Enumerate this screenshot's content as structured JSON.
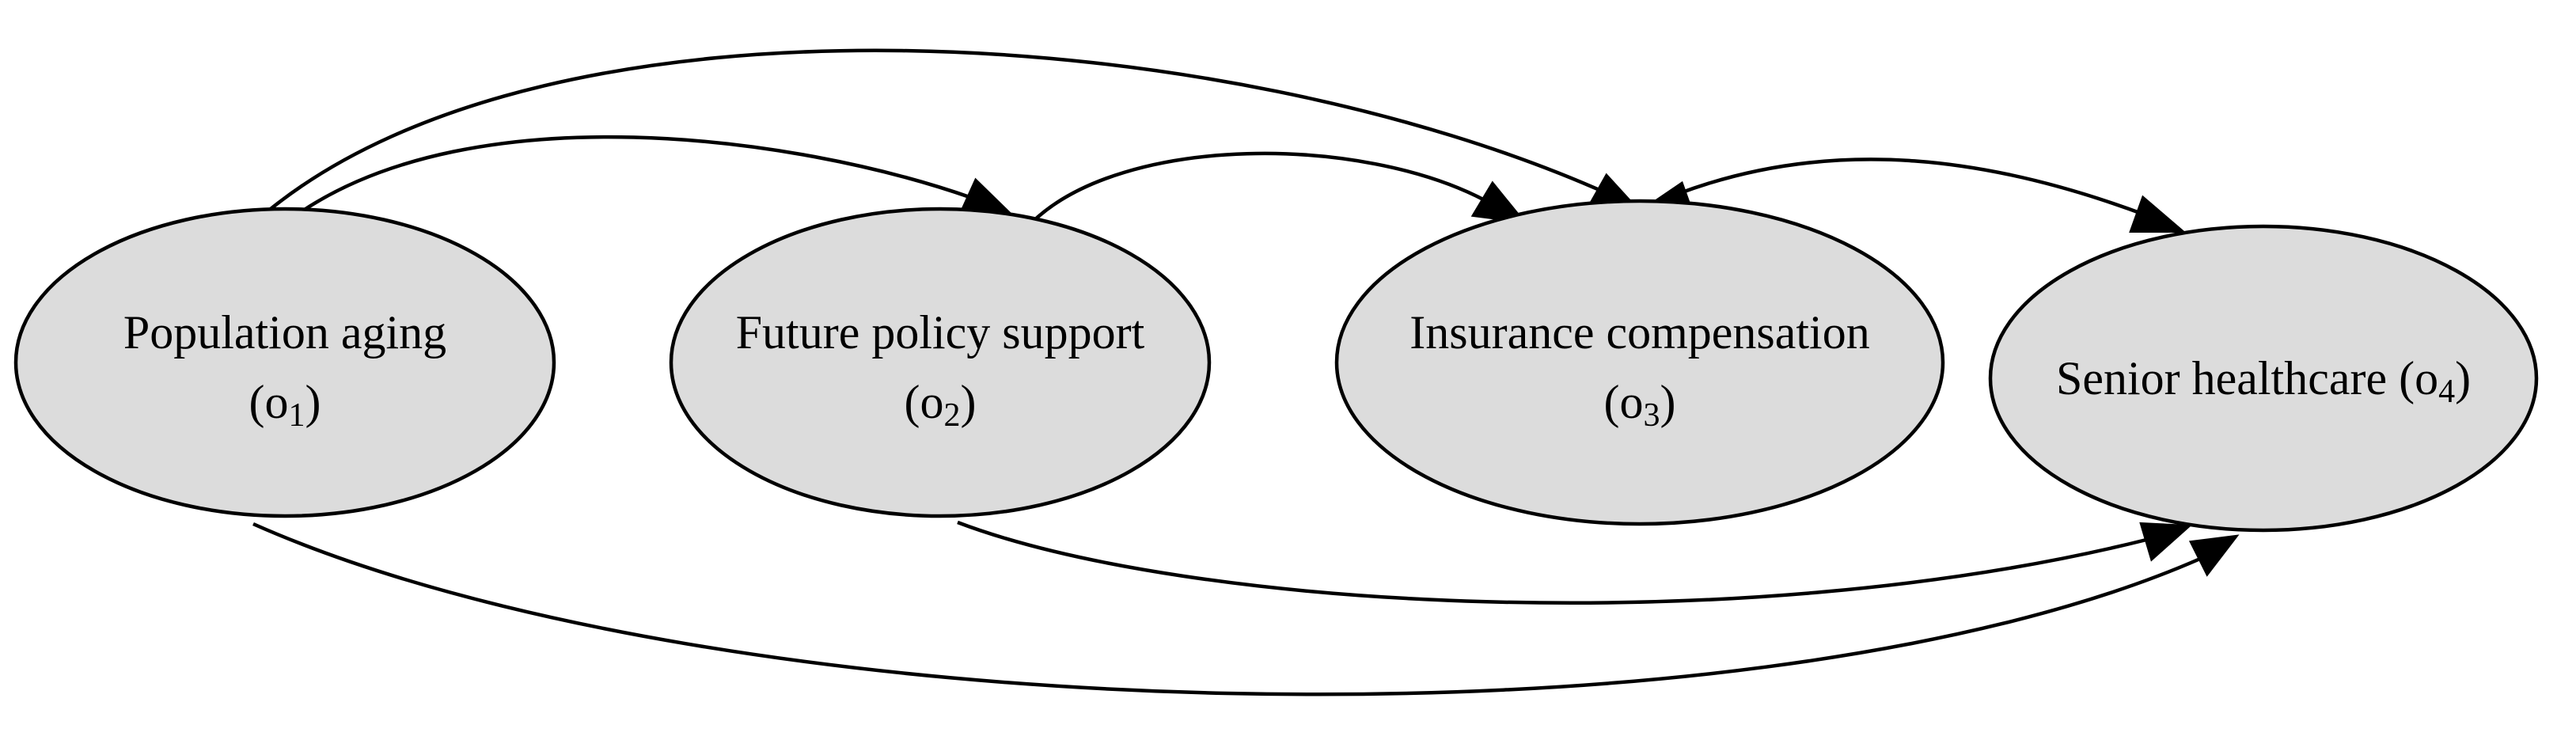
{
  "diagram": {
    "nodes": [
      {
        "id": "o1",
        "label": "Population aging",
        "paren_open": "(",
        "symbol": "o",
        "index": "1",
        "paren_close": ")"
      },
      {
        "id": "o2",
        "label": "Future policy support",
        "paren_open": "(",
        "symbol": "o",
        "index": "2",
        "paren_close": ")"
      },
      {
        "id": "o3",
        "label": "Insurance compensation",
        "paren_open": "(",
        "symbol": "o",
        "index": "3",
        "paren_close": ")"
      },
      {
        "id": "o4",
        "label": "Senior healthcare",
        "paren_open": " (",
        "symbol": "o",
        "index": "4",
        "paren_close": ")"
      }
    ],
    "edges": [
      {
        "from": "o1",
        "to": "o2"
      },
      {
        "from": "o1",
        "to": "o3"
      },
      {
        "from": "o1",
        "to": "o4"
      },
      {
        "from": "o2",
        "to": "o3"
      },
      {
        "from": "o2",
        "to": "o4"
      },
      {
        "from": "o3",
        "to": "o4"
      }
    ],
    "colors": {
      "node_fill": "#dcdcdc",
      "stroke": "#000000",
      "background": "#ffffff"
    }
  }
}
